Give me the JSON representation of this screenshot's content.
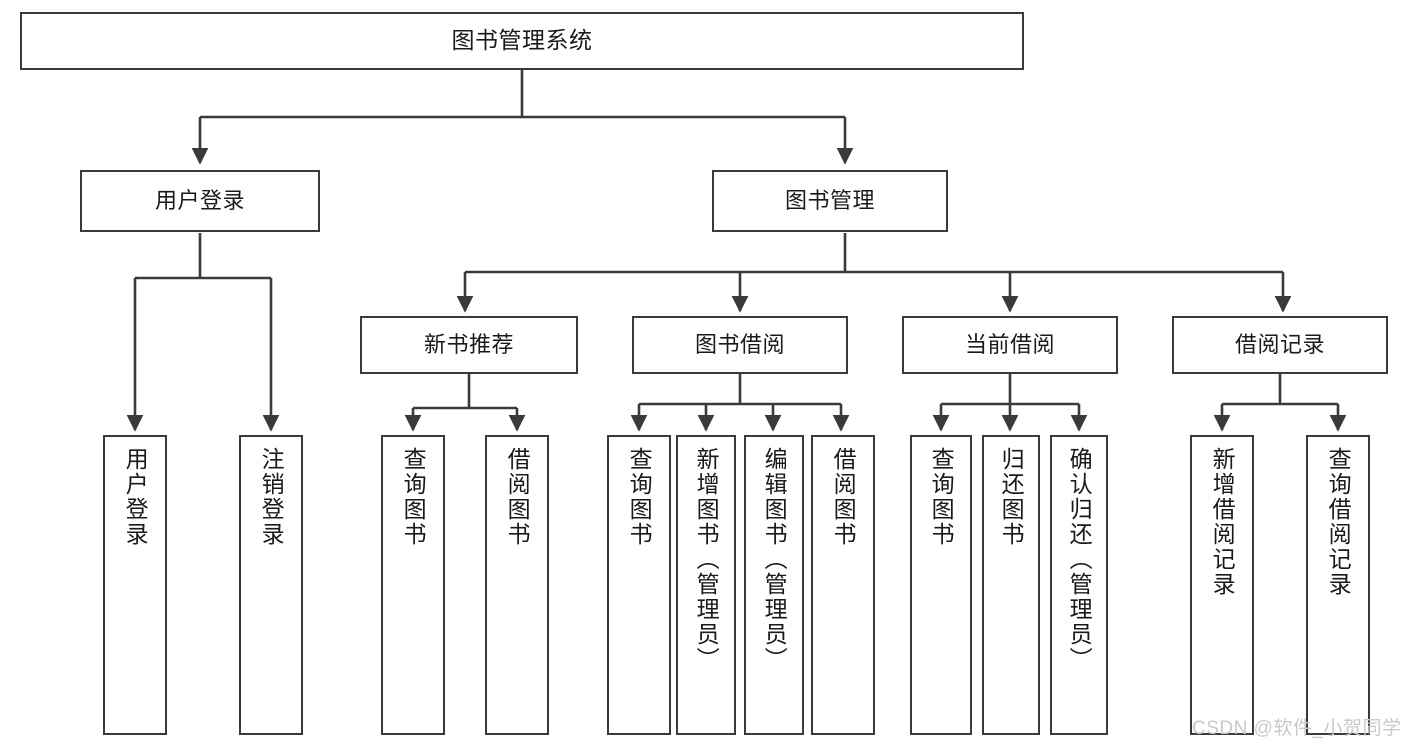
{
  "diagram": {
    "title": "图书管理系统",
    "type": "tree-hierarchy-diagram",
    "root": {
      "id": "root",
      "label": "图书管理系统"
    },
    "level1": [
      {
        "id": "user-login",
        "label": "用户登录"
      },
      {
        "id": "book-manage",
        "label": "图书管理"
      }
    ],
    "level2": [
      {
        "id": "new-book-rec",
        "label": "新书推荐",
        "parent": "book-manage"
      },
      {
        "id": "book-borrow",
        "label": "图书借阅",
        "parent": "book-manage"
      },
      {
        "id": "current-borrow",
        "label": "当前借阅",
        "parent": "book-manage"
      },
      {
        "id": "borrow-record",
        "label": "借阅记录",
        "parent": "book-manage"
      }
    ],
    "leaves": [
      {
        "id": "leaf-user-login",
        "label": "用户登录",
        "parent": "user-login"
      },
      {
        "id": "leaf-user-logout",
        "label": "注销登录",
        "parent": "user-login"
      },
      {
        "id": "leaf-query-book-1",
        "label": "查询图书",
        "parent": "new-book-rec"
      },
      {
        "id": "leaf-borrow-book-1",
        "label": "借阅图书",
        "parent": "new-book-rec"
      },
      {
        "id": "leaf-query-book-2",
        "label": "查询图书",
        "parent": "book-borrow"
      },
      {
        "id": "leaf-add-book",
        "label": "新增图书（管理员）",
        "parent": "book-borrow"
      },
      {
        "id": "leaf-edit-book",
        "label": "编辑图书（管理员）",
        "parent": "book-borrow"
      },
      {
        "id": "leaf-borrow-book-2",
        "label": "借阅图书",
        "parent": "book-borrow"
      },
      {
        "id": "leaf-query-book-3",
        "label": "查询图书",
        "parent": "current-borrow"
      },
      {
        "id": "leaf-return-book",
        "label": "归还图书",
        "parent": "current-borrow"
      },
      {
        "id": "leaf-confirm-return",
        "label": "确认归还（管理员）",
        "parent": "current-borrow"
      },
      {
        "id": "leaf-add-record",
        "label": "新增借阅记录",
        "parent": "borrow-record"
      },
      {
        "id": "leaf-query-record",
        "label": "查询借阅记录",
        "parent": "borrow-record"
      }
    ]
  },
  "watermark": {
    "text": "CSDN @软件_小贺同学"
  },
  "colors": {
    "border": "#3a3a3a",
    "text": "#1a1a1a",
    "background": "#ffffff",
    "watermark": "#c9c9c9"
  }
}
